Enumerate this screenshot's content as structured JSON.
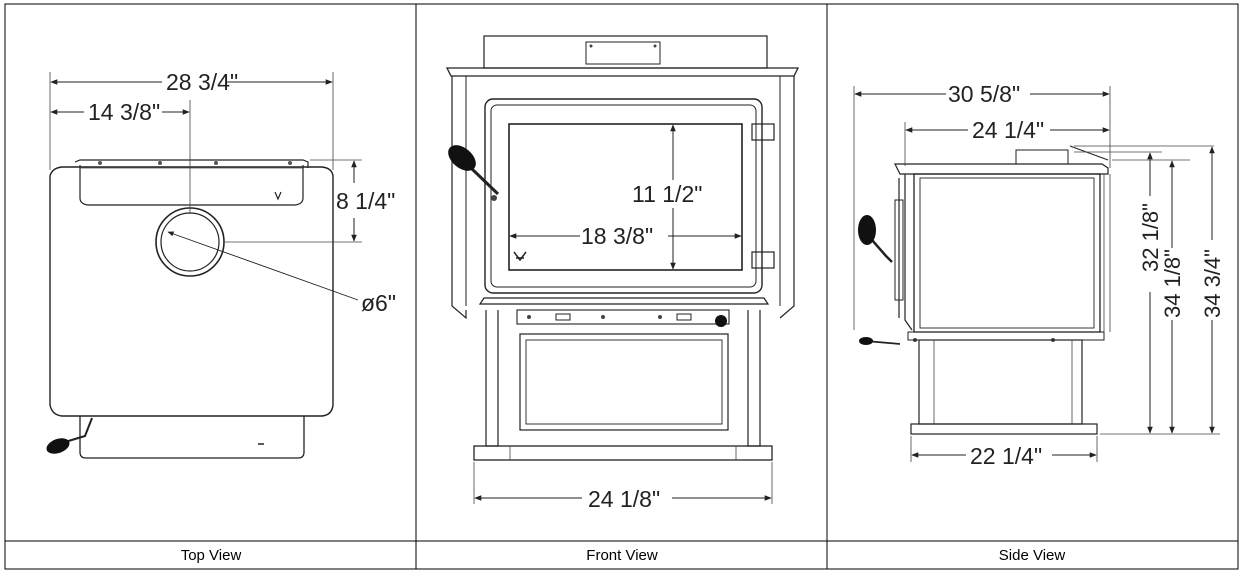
{
  "panels": {
    "top": {
      "caption": "Top View",
      "dims": {
        "width": "28 3/4\"",
        "center": "14 3/8\"",
        "depth": "8 1/4\"",
        "flue": "ø6\""
      }
    },
    "front": {
      "caption": "Front View",
      "dims": {
        "door_height": "11 1/2\"",
        "door_width": "18 3/8\"",
        "width": "24 1/8\""
      }
    },
    "side": {
      "caption": "Side View",
      "dims": {
        "depth": "30 5/8\"",
        "top_depth": "24 1/4\"",
        "h1": "32 1/8\"",
        "h2": "34 1/8\"",
        "h3": "34 3/4\"",
        "base": "22 1/4\""
      }
    }
  }
}
